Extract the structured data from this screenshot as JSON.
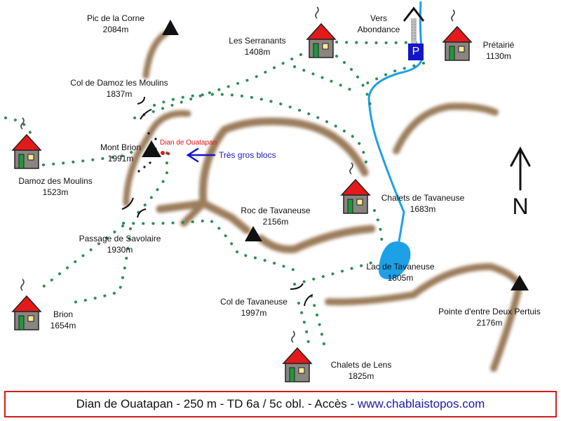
{
  "labels": {
    "pic_corne": {
      "name": "Pic de la Corne",
      "alt": "2084m"
    },
    "vers_abondance": {
      "line1": "Vers",
      "line2": "Abondance"
    },
    "serranants": {
      "name": "Les Serranants",
      "alt": "1408m"
    },
    "pretairie": {
      "name": "Prétairié",
      "alt": "1130m"
    },
    "col_damoz": {
      "name": "Col de Damoz les Moulins",
      "alt": "1837m"
    },
    "mont_brion": {
      "name": "Mont Brion",
      "alt": "1991m"
    },
    "dian": {
      "name": "Dian de Ouatapan"
    },
    "gros_blocs": {
      "name": "Très gros blocs"
    },
    "damoz_moulins": {
      "name": "Damoz des Moulins",
      "alt": "1523m"
    },
    "chalets_tavaneuse": {
      "name": "Chalets de Tavaneuse",
      "alt": "1683m"
    },
    "roc_tavaneuse": {
      "name": "Roc de Tavaneuse",
      "alt": "2156m"
    },
    "passage_savolaire": {
      "name": "Passage de Savolaire",
      "alt": "1930m"
    },
    "lac_tavaneuse": {
      "name": "Lac de Tavaneuse",
      "alt": "1805m"
    },
    "brion": {
      "name": "Brion",
      "alt": "1654m"
    },
    "col_tavaneuse": {
      "name": "Col de Tavaneuse",
      "alt": "1997m"
    },
    "pointe_pertuis": {
      "name": "Pointe d'entre Deux Pertuis",
      "alt": "2176m"
    },
    "chalets_lens": {
      "name": "Chalets de Lens",
      "alt": "1825m"
    }
  },
  "north": "N",
  "parking": "P",
  "footer": {
    "text": "Dian de Ouatapan - 250 m - TD 6a / 5c obl. - Accès - ",
    "url": "www.chablaistopos.com"
  },
  "colors": {
    "ridge": "#9b7d5c",
    "trail": "#2e8b57",
    "river": "#1ea0e6",
    "lake": "#1ea0e6",
    "roof": "#e41a1a",
    "wall": "#8a8580",
    "door": "#1c9a3c",
    "window": "#f4ec9a",
    "arrow": "#1414c8",
    "footer_border": "#d41c1c"
  }
}
